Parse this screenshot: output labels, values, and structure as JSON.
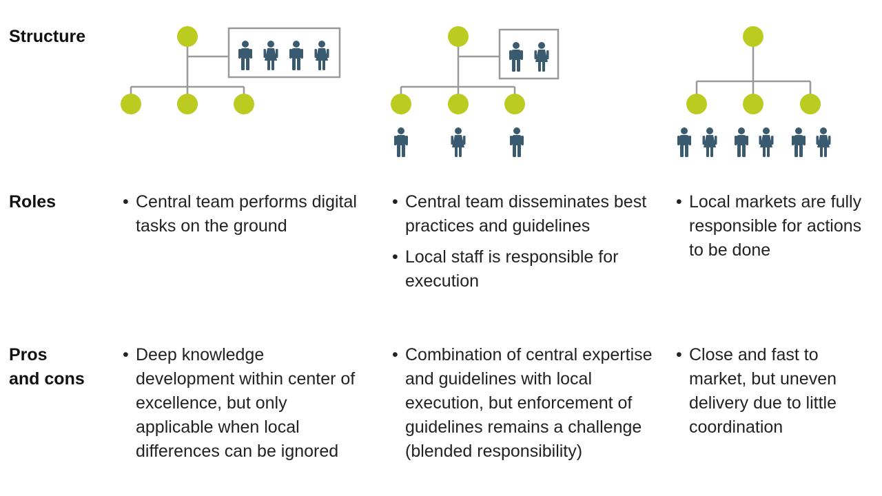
{
  "rows": {
    "structure": "Structure",
    "roles": "Roles",
    "pros_line1": "Pros",
    "pros_line2": "and cons"
  },
  "columns": [
    {
      "roles": [
        "Central team performs digital tasks on the ground"
      ],
      "pros": [
        "Deep knowledge development within center of excellence, but only applicable when local differences can be ignored"
      ]
    },
    {
      "roles": [
        "Central team disseminates best practices and guidelines",
        "Local staff is responsible for execution"
      ],
      "pros": [
        "Combination of central expertise and guidelines with local execution, but enforcement of guidelines remains a challenge (blended responsibility)"
      ]
    },
    {
      "roles": [
        "Local markets are fully responsible for actions to be done"
      ],
      "pros": [
        "Close and fast to market, but uneven delivery due to little coordination"
      ]
    }
  ],
  "colors": {
    "node": "#bccb1f",
    "person": "#3a5a6f",
    "line": "#999999",
    "box": "#999999"
  }
}
